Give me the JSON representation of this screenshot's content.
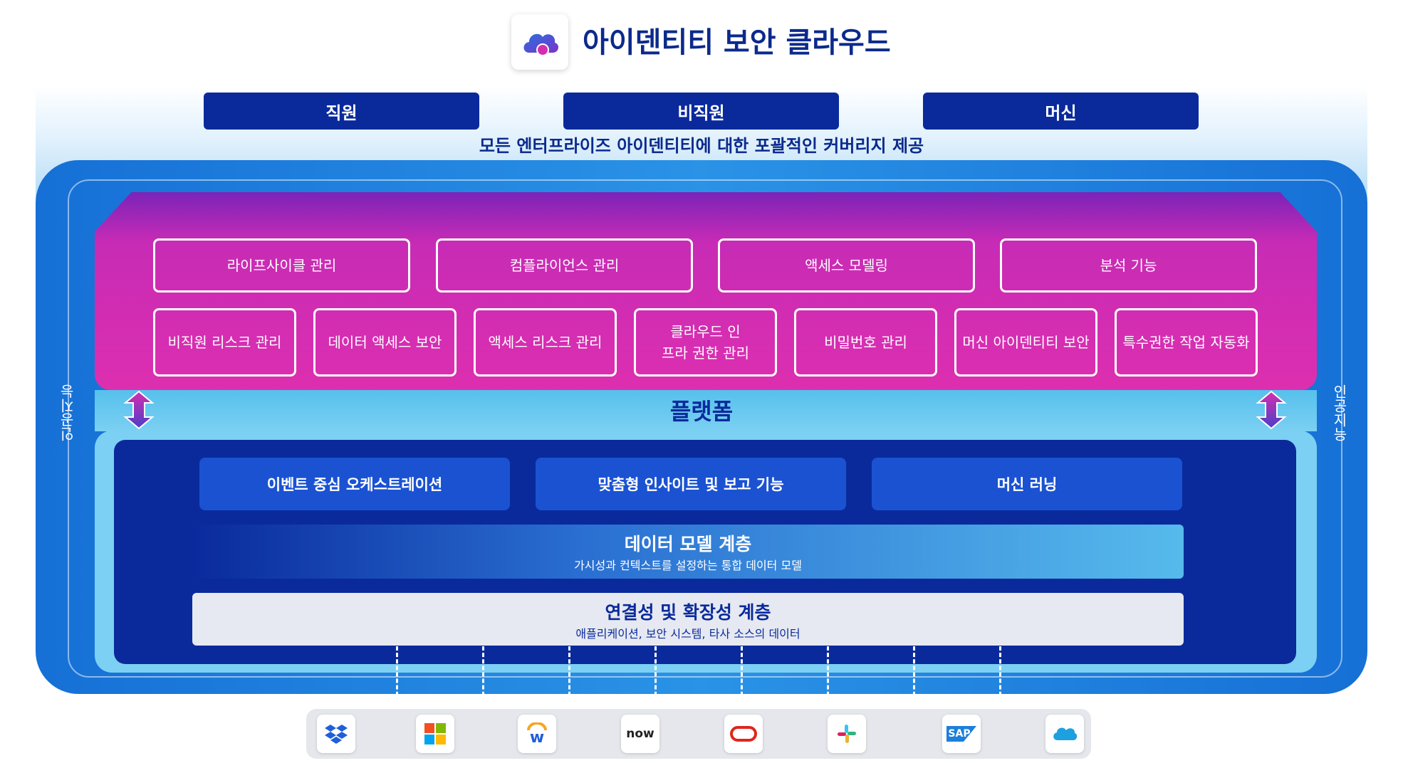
{
  "header": {
    "title": "아이덴티티 보안 클라우드",
    "logo_icon": "cloud-icon"
  },
  "personas": [
    "직원",
    "비직원",
    "머신"
  ],
  "coverage_text": "모든 엔터프라이즈 아이덴티티에 대한 포괄적인 커버리지 제공",
  "capabilities_row1": [
    "라이프사이클 관리",
    "컴플라이언스 관리",
    "액세스 모델링",
    "분석 기능"
  ],
  "capabilities_row2": [
    "비직원 리스크 관리",
    "데이터 액세스 보안",
    "액세스 리스크 관리",
    "클라우드 인\n프라 권한 관리",
    "비밀번호 관리",
    "머신 아이덴티티 보안",
    "특수권한 작업 자동화"
  ],
  "platform_label": "플랫폼",
  "side_label": "인공지능",
  "platform_features": [
    "이벤트 중심 오케스트레이션",
    "맞춤형 인사이트 및 보고 기능",
    "머신 러닝"
  ],
  "data_model": {
    "title": "데이터 모델 계층",
    "subtitle": "가시성과 컨텍스트를 설정하는 통합 데이터 모델"
  },
  "connectivity": {
    "title": "연결성 및 확장성 계층",
    "subtitle": "애플리케이션, 보안 시스템, 타사 소스의 데이터"
  },
  "apps": [
    {
      "icon": "dropbox-icon"
    },
    {
      "icon": "microsoft-icon"
    },
    {
      "icon": "workday-icon",
      "text": "w"
    },
    {
      "icon": "servicenow-icon",
      "text": "now"
    },
    {
      "icon": "oracle-icon"
    },
    {
      "icon": "slack-icon"
    },
    {
      "icon": "sap-icon",
      "text": "SAP"
    },
    {
      "icon": "salesforce-icon"
    }
  ],
  "colors": {
    "navy": "#0a2a9c",
    "pink": "#dd2fb0",
    "frame_blue": "#1670d6",
    "light_blue": "#7bd0f2"
  }
}
